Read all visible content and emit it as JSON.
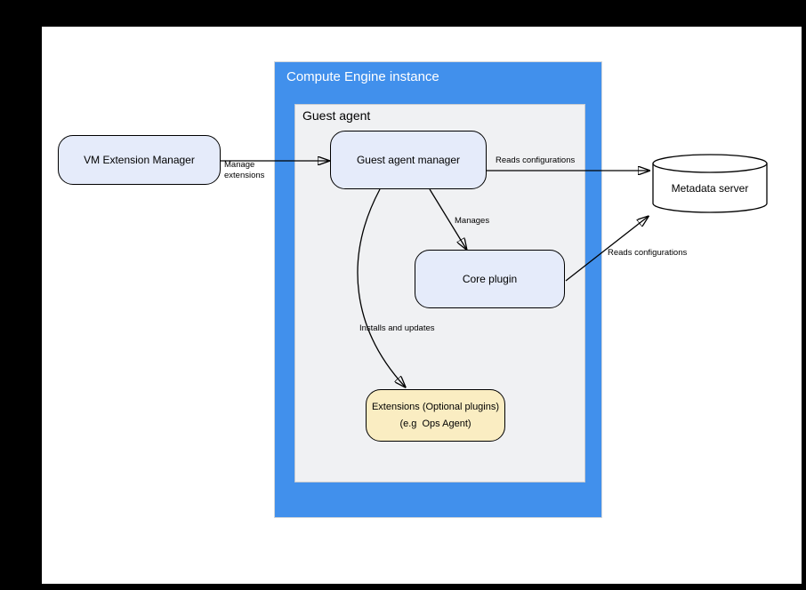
{
  "containers": {
    "compute_engine": {
      "label": "Compute Engine instance",
      "fill": "#4190ec"
    },
    "guest_agent": {
      "label": "Guest agent",
      "fill": "#f0f1f3"
    }
  },
  "nodes": {
    "vm_extension_manager": {
      "label": "VM Extension Manager",
      "fill": "#e5ebfa"
    },
    "guest_agent_manager": {
      "label": "Guest agent manager",
      "fill": "#e5ebfa"
    },
    "core_plugin": {
      "label": "Core plugin",
      "fill": "#e5ebfa"
    },
    "extensions": {
      "label": "Extensions (Optional plugins)\n(e.g  Ops Agent)",
      "fill": "#faedc2"
    },
    "metadata_server": {
      "label": "Metadata server",
      "fill": "#ffffff"
    }
  },
  "edges": {
    "manage_extensions": {
      "label": "Manage\nextensions",
      "from": "vm_extension_manager",
      "to": "guest_agent_manager"
    },
    "reads_configurations_top": {
      "label": "Reads configurations",
      "from": "guest_agent_manager",
      "to": "metadata_server"
    },
    "manages": {
      "label": "Manages",
      "from": "guest_agent_manager",
      "to": "core_plugin"
    },
    "installs_and_updates": {
      "label": "Installs and updates",
      "from": "guest_agent_manager",
      "to": "extensions"
    },
    "reads_configurations_right": {
      "label": "Reads configurations",
      "from": "core_plugin",
      "to": "metadata_server"
    }
  }
}
